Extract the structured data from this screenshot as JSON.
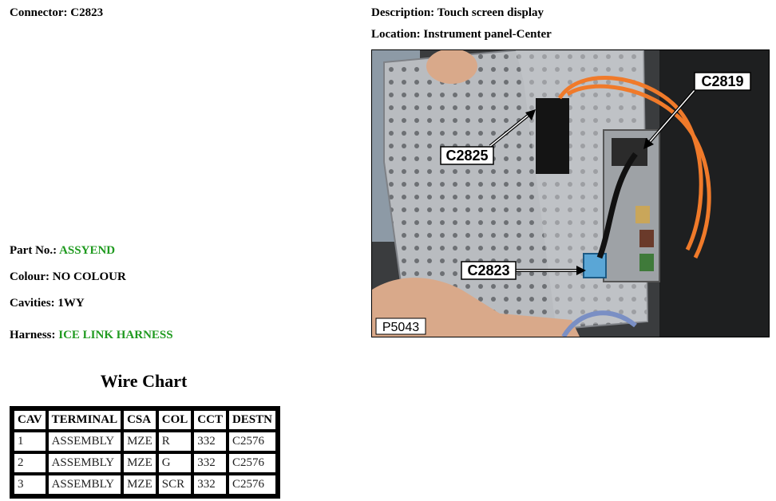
{
  "connector": {
    "label": "Connector:",
    "value": "C2823"
  },
  "description": {
    "label": "Description:",
    "value": "Touch screen display"
  },
  "location": {
    "label": "Location:",
    "value": "Instrument panel-Center"
  },
  "part_no": {
    "label": "Part No.:",
    "value": "ASSYEND"
  },
  "colour": {
    "label": "Colour:",
    "value": "NO COLOUR"
  },
  "cavities": {
    "label": "Cavities:",
    "value": "1WY"
  },
  "harness": {
    "label": "Harness:",
    "value": "ICE LINK HARNESS"
  },
  "photo": {
    "callouts": [
      "C2819",
      "C2825",
      "C2823"
    ],
    "ref": "P5043"
  },
  "wire_chart": {
    "title": "Wire Chart",
    "headers": [
      "CAV",
      "TERMINAL",
      "CSA",
      "COL",
      "CCT",
      "DESTN"
    ],
    "rows": [
      [
        "1",
        "ASSEMBLY",
        "MZE",
        "R",
        "332",
        "C2576"
      ],
      [
        "2",
        "ASSEMBLY",
        "MZE",
        "G",
        "332",
        "C2576"
      ],
      [
        "3",
        "ASSEMBLY",
        "MZE",
        "SCR",
        "332",
        "C2576"
      ]
    ]
  },
  "colors": {
    "link_green": "#1f9a1f"
  }
}
